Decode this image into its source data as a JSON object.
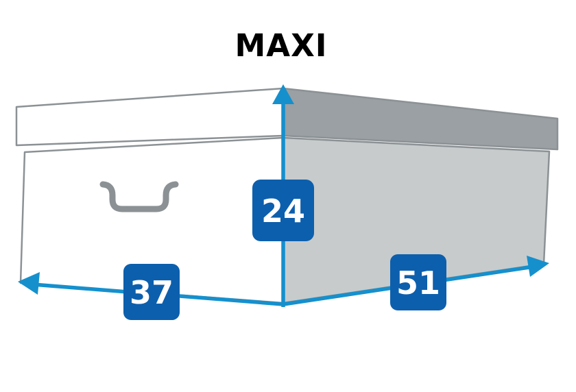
{
  "title": "MAXI",
  "dimensions": {
    "height": "24",
    "width": "37",
    "depth": "51"
  },
  "colors": {
    "arrow": "#1590cd",
    "badge": "#0c5fad",
    "badge_text": "#ffffff",
    "outline": "#8b9194",
    "lid_shaded": "#9aa0a3",
    "side_shaded": "#c7cbcc",
    "box_face": "#ffffff",
    "handle": "#8b9194",
    "background": "#ffffff",
    "title_color": "#000000"
  }
}
